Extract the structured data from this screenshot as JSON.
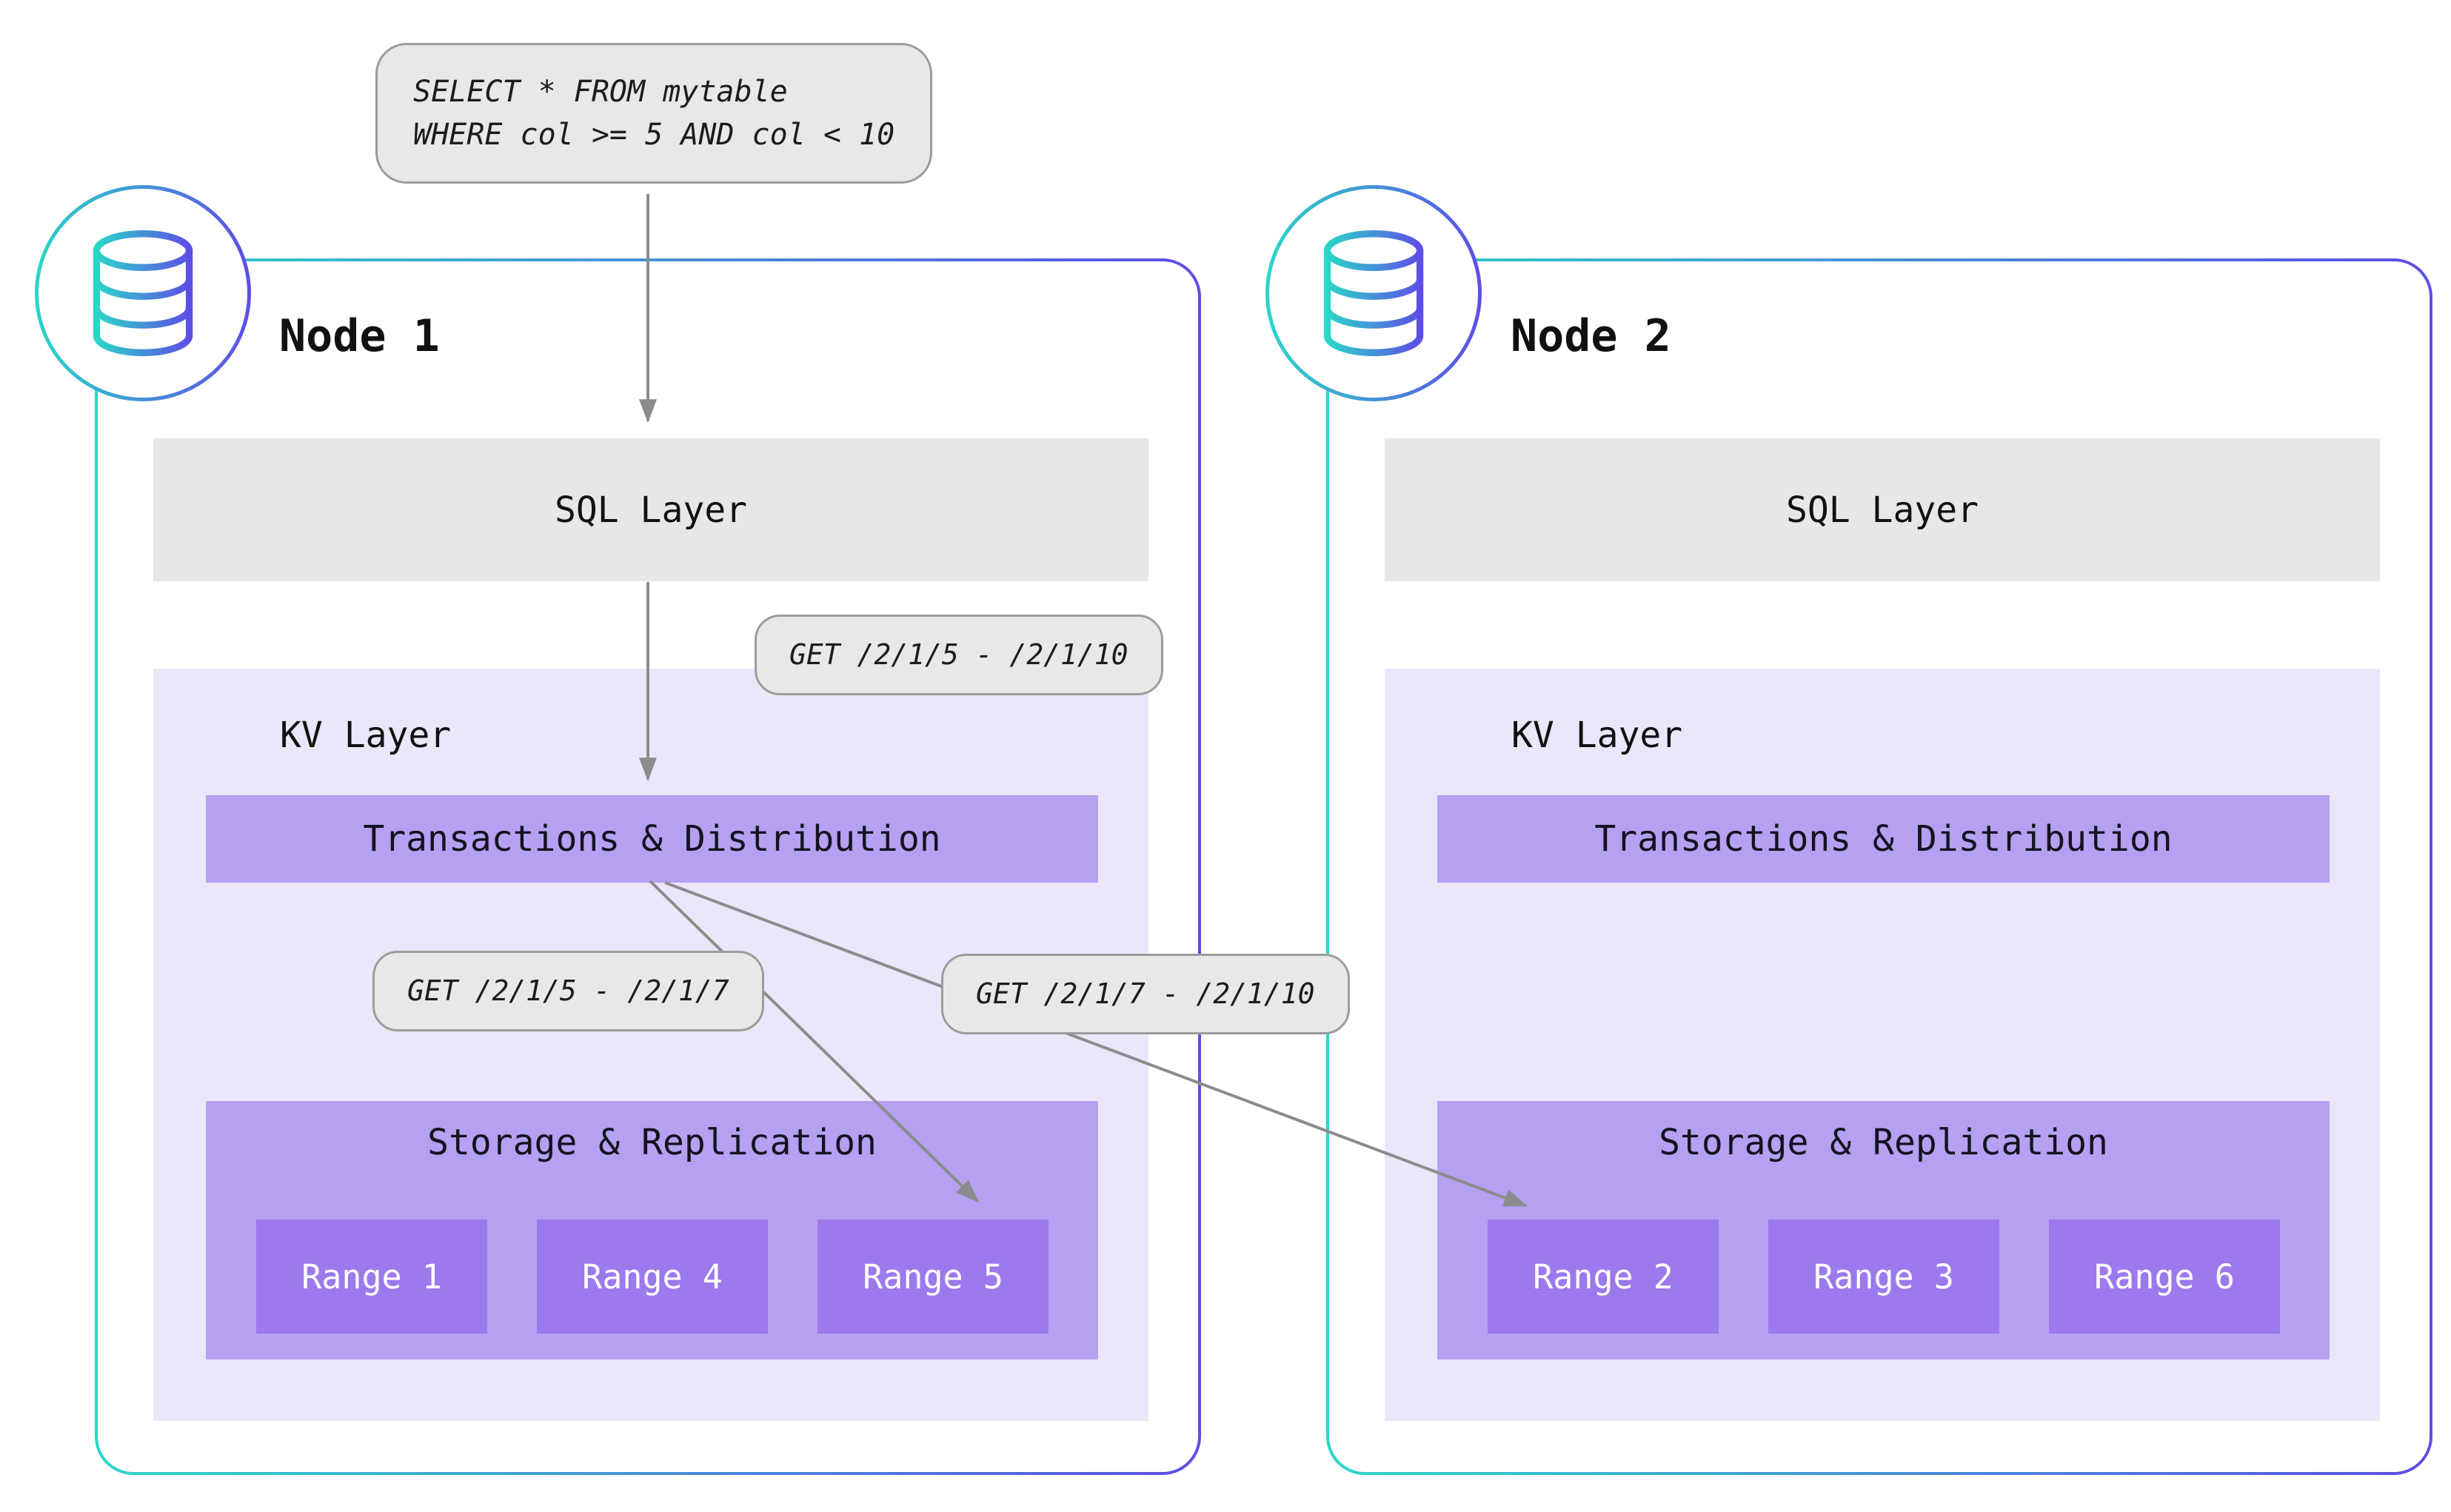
{
  "query_box": {
    "line1": "SELECT * FROM mytable",
    "line2": "WHERE col >= 5 AND col < 10"
  },
  "callouts": {
    "get_full": "GET /2/1/5 - /2/1/10",
    "get_left": "GET /2/1/5 - /2/1/7",
    "get_right": "GET /2/1/7 - /2/1/10"
  },
  "nodes": [
    {
      "title": "Node 1",
      "sql_layer": "SQL Layer",
      "kv_layer": "KV Layer",
      "transactions": "Transactions & Distribution",
      "storage": "Storage & Replication",
      "ranges": [
        "Range 1",
        "Range 4",
        "Range 5"
      ]
    },
    {
      "title": "Node 2",
      "sql_layer": "SQL Layer",
      "kv_layer": "KV Layer",
      "transactions": "Transactions & Distribution",
      "storage": "Storage & Replication",
      "ranges": [
        "Range 2",
        "Range 3",
        "Range 6"
      ]
    }
  ],
  "colors": {
    "gradient_teal": "#2bd6c8",
    "gradient_purple": "#5d4ee6",
    "gray_box": "#e8e8e8",
    "sql_bar": "#e5e8e7",
    "kv_background": "#ece6fa",
    "layer_purple": "#b5a0f1",
    "range_purple": "#9c79ec",
    "arrow_gray": "#8c8c8c"
  }
}
